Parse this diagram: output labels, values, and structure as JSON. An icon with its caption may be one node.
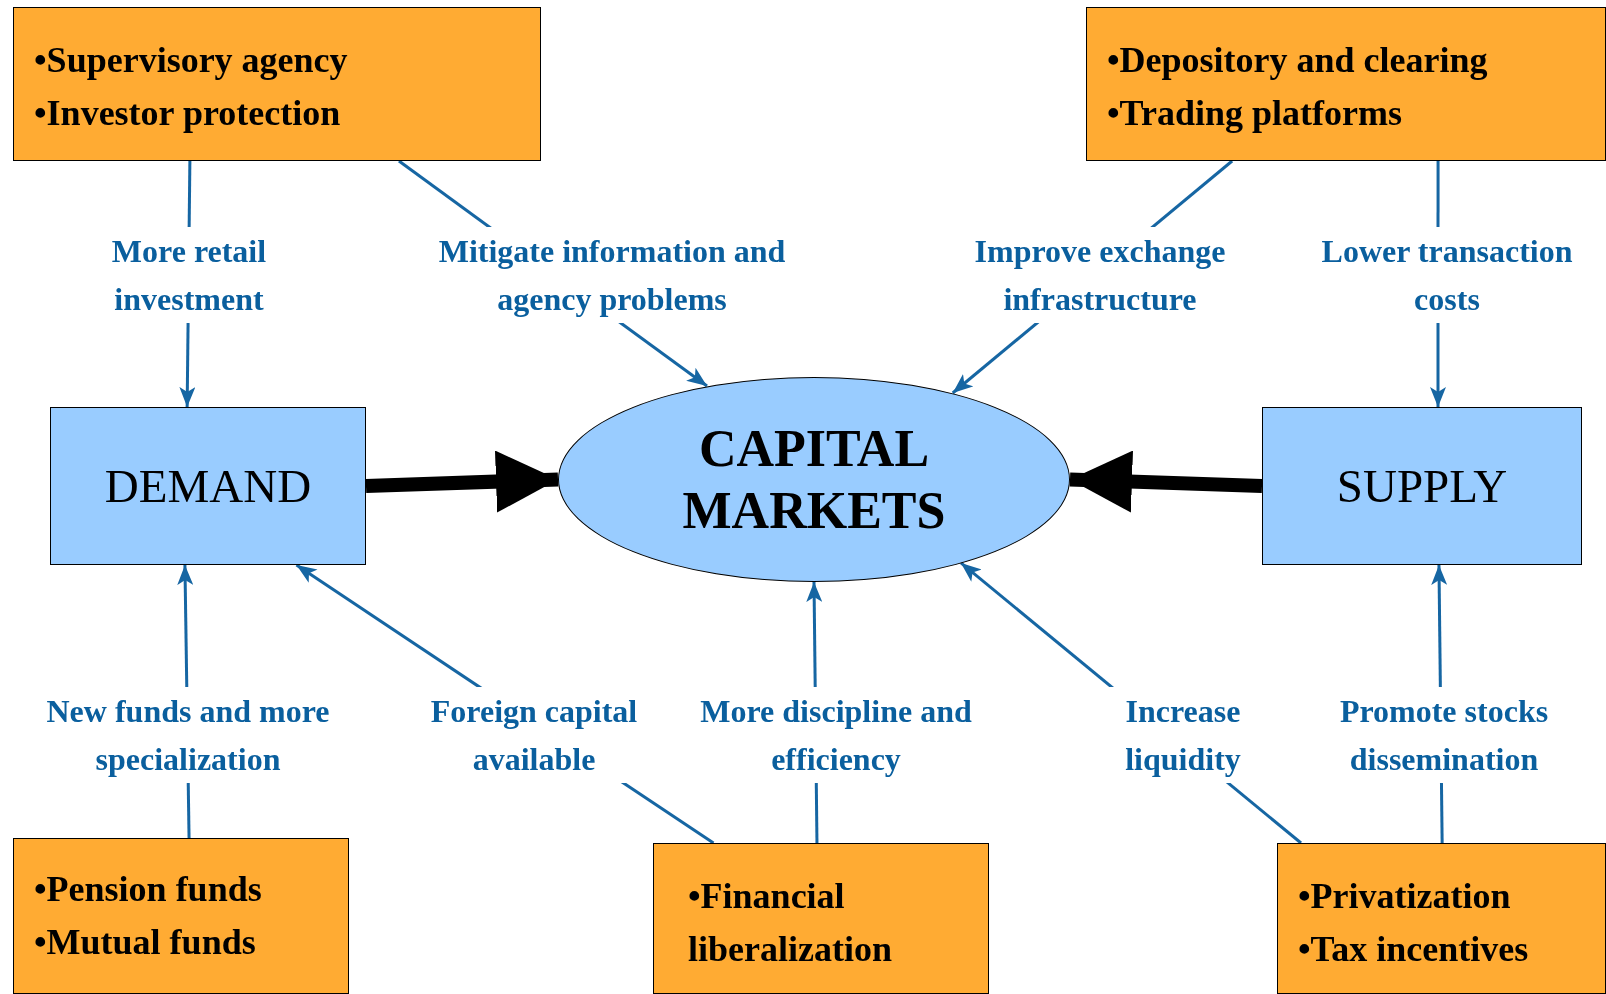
{
  "diagram": {
    "nodes": [
      {
        "text": [
          "•Supervisory agency",
          "•Investor protection"
        ]
      },
      {
        "text": [
          "•Depository and clearing",
          "•Trading platforms"
        ]
      },
      {
        "text": [
          "DEMAND"
        ]
      },
      {
        "text": [
          "CAPITAL MARKETS"
        ]
      },
      {
        "text": [
          "SUPPLY"
        ]
      },
      {
        "text": [
          "•Pension funds",
          "•Mutual funds"
        ]
      },
      {
        "text": [
          "•Financial liberalization"
        ]
      },
      {
        "text": [
          "•Privatization",
          "•Tax incentives"
        ]
      }
    ],
    "edges": [
      {
        "from": 0,
        "to": 2,
        "arrow": "to",
        "label": "More retail investment"
      },
      {
        "from": 0,
        "to": 3,
        "arrow": "to",
        "label": "Mitigate information and agency problems"
      },
      {
        "from": 1,
        "to": 3,
        "arrow": "to",
        "label": "Improve exchange infrastructure"
      },
      {
        "from": 1,
        "to": 4,
        "arrow": "to",
        "label": "Lower transaction costs"
      },
      {
        "from": 2,
        "to": 3,
        "arrow": "to",
        "style": "thick",
        "color": "#000000"
      },
      {
        "from": 4,
        "to": 3,
        "arrow": "to",
        "style": "thick",
        "color": "#000000"
      },
      {
        "from": 5,
        "to": 2,
        "arrow": "to",
        "label": "New funds and more specialization"
      },
      {
        "from": 6,
        "to": 2,
        "arrow": "to",
        "label": "Foreign capital available"
      },
      {
        "from": 6,
        "to": 3,
        "arrow": "to",
        "label": "More discipline and efficiency"
      },
      {
        "from": 7,
        "to": 3,
        "arrow": "to",
        "label": "Increase liquidity"
      },
      {
        "from": 7,
        "to": 4,
        "arrow": "to",
        "label": "Promote stocks dissemination"
      }
    ]
  }
}
